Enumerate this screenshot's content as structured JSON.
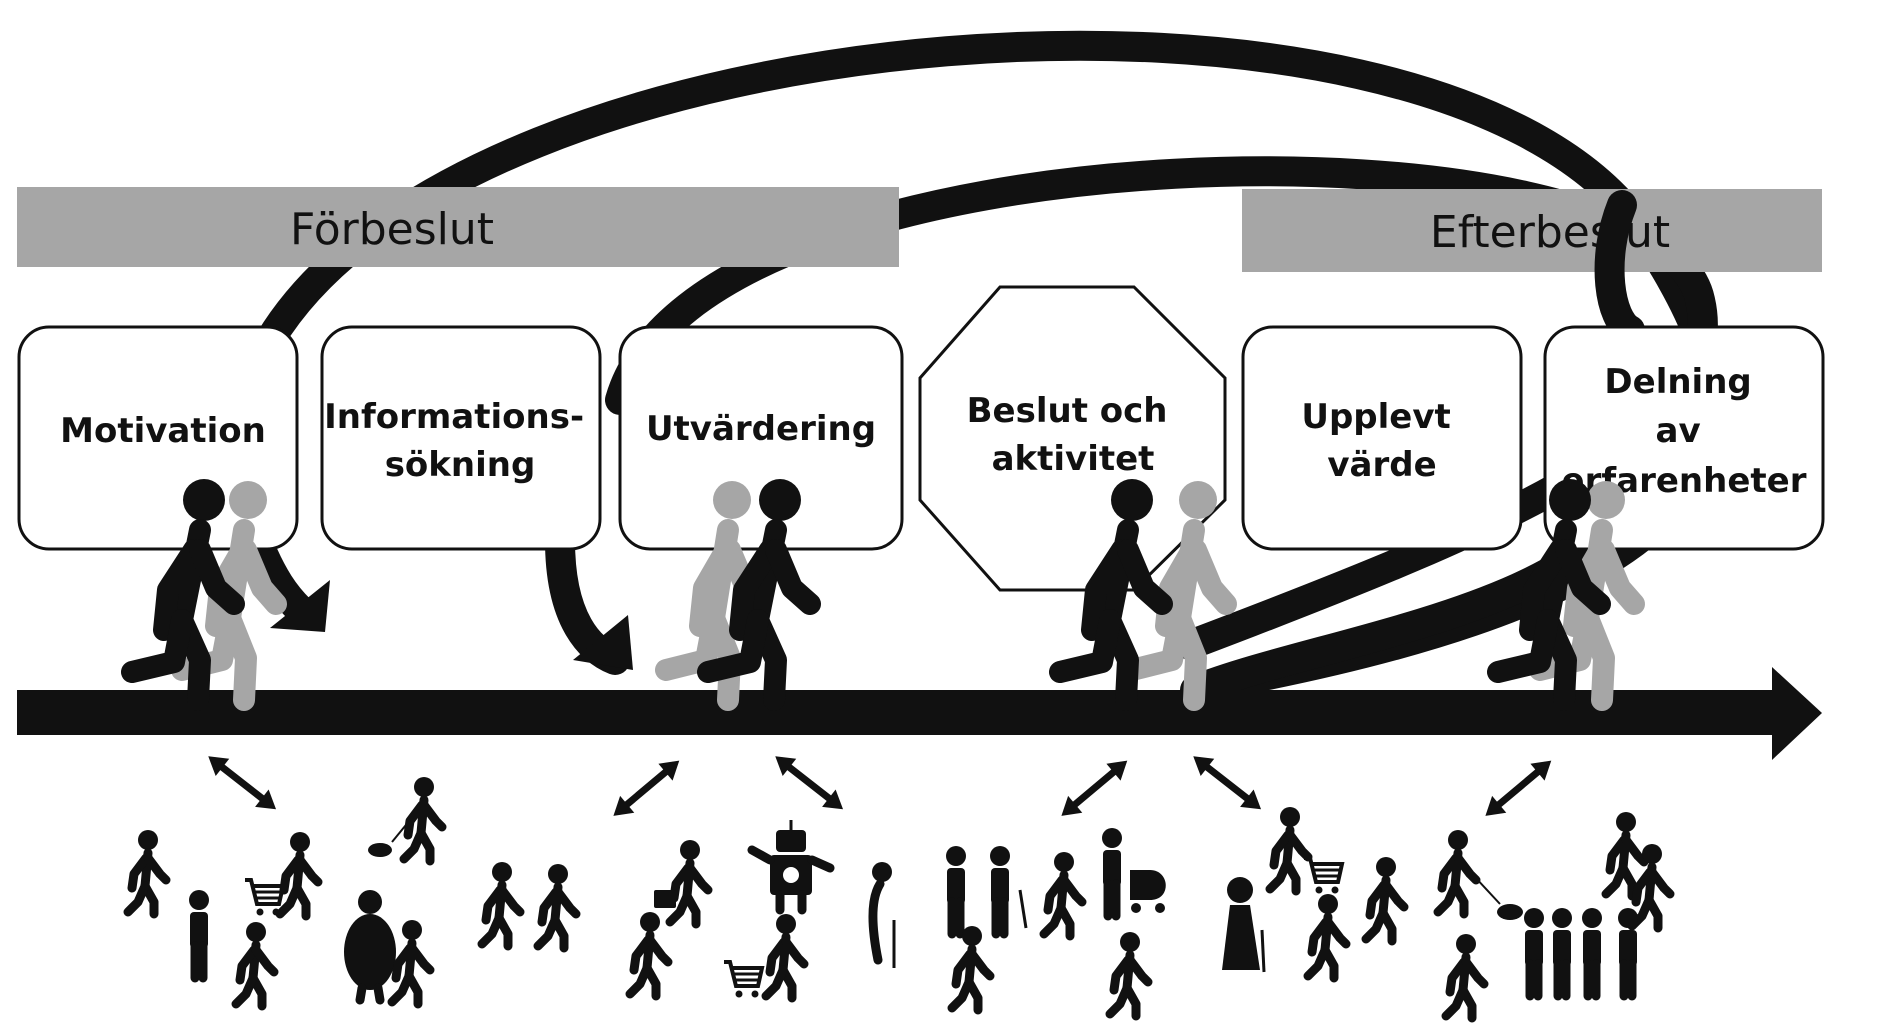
{
  "phases": {
    "pre": "Förbeslut",
    "post": "Efterbeslut"
  },
  "stages": [
    {
      "id": "motivation",
      "lines": [
        "Motivation"
      ]
    },
    {
      "id": "information",
      "lines": [
        "Informations-",
        "sökning"
      ]
    },
    {
      "id": "evaluation",
      "lines": [
        "Utvärdering"
      ]
    },
    {
      "id": "decision",
      "lines": [
        "Beslut och",
        "aktivitet"
      ]
    },
    {
      "id": "value",
      "lines": [
        "Upplevt",
        "värde"
      ]
    },
    {
      "id": "sharing",
      "lines": [
        "Delning",
        "av",
        "erfarenheter"
      ]
    }
  ],
  "colors": {
    "dark": "#111111",
    "grey": "#a6a6a6",
    "background": "#ffffff"
  },
  "icons": [
    "walking-pair-icon",
    "double-arrow-icon",
    "crowd-person-icon",
    "shopping-cart-icon",
    "dog-walker-icon",
    "robot-icon",
    "stroller-icon",
    "family-icon"
  ]
}
